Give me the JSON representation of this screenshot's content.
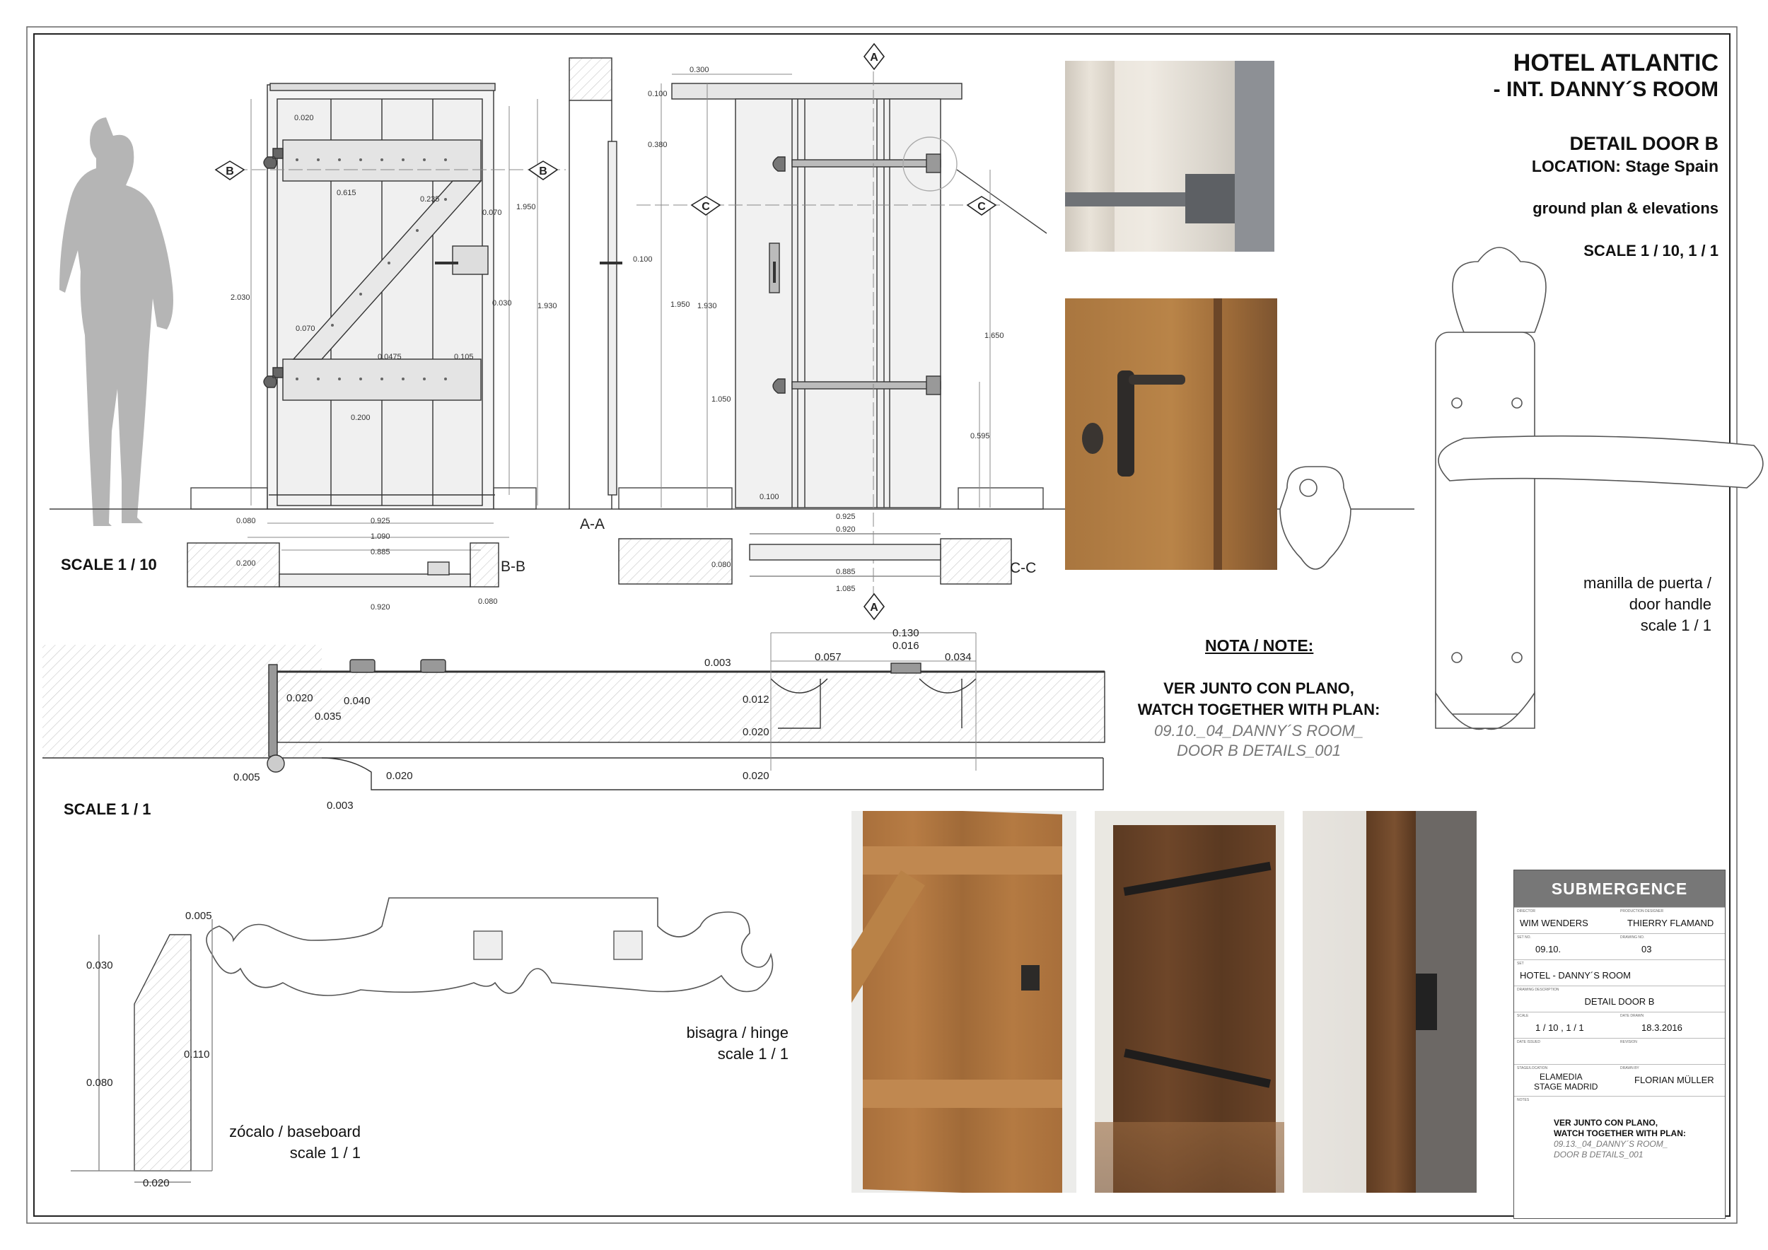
{
  "header": {
    "title": "HOTEL ATLANTIC",
    "subtitle": "- INT. DANNY´S ROOM",
    "detail": "DETAIL DOOR B",
    "location_label": "LOCATION:",
    "location_value": "Stage Spain",
    "views": "ground plan & elevations",
    "scale": "SCALE 1 / 10, 1 / 1"
  },
  "scales": {
    "elevation": "SCALE 1 / 10",
    "section": "SCALE 1 / 1"
  },
  "sections": {
    "a": "A",
    "b": "B",
    "c": "C",
    "aa": "A-A",
    "bb": "B-B",
    "cc": "C-C"
  },
  "dims": {
    "d0020": "0.020",
    "d0615": "0.615",
    "d0235": "0.235",
    "d0070": "0.070",
    "d1950": "1.950",
    "d2030": "2.030",
    "d0030": "0.030",
    "d1930": "1.930",
    "d0475": "0.0475",
    "d0105": "0.105",
    "d0200": "0.200",
    "d0080": "0.080",
    "d0925": "0.925",
    "d1090": "1.090",
    "d0885": "0.885",
    "d0920": "0.920",
    "d0300": "0.300",
    "d0100": "0.100",
    "d0380": "0.380",
    "d1650": "1.650",
    "d1050": "1.050",
    "d0595": "0.595",
    "d1085": "1.085",
    "d0130": "0.130",
    "d0016": "0.016",
    "d0057": "0.057",
    "d0034": "0.034",
    "d0003": "0.003",
    "d0012": "0.012",
    "d0040": "0.040",
    "d0035": "0.035",
    "d0005": "0.005",
    "d0110": "0.110"
  },
  "note": {
    "heading": "NOTA / NOTE:",
    "line1": "VER JUNTO CON PLANO,",
    "line2": "WATCH TOGETHER WITH PLAN:",
    "ref1": "09.10._04_DANNY´S ROOM_",
    "ref2": "DOOR B DETAILS_001"
  },
  "labels": {
    "handle1": "manilla de puerta /",
    "handle2": "door handle",
    "handle3": "scale 1 / 1",
    "hinge1": "bisagra / hinge",
    "hinge2": "scale 1 / 1",
    "base1": "zócalo / baseboard",
    "base2": "scale 1 / 1"
  },
  "titleblock": {
    "brand": "SUBMERGENCE",
    "director_caption": "DIRECTOR",
    "director": "WIM WENDERS",
    "designer_caption": "PRODUCTION DESIGNER",
    "designer": "THIERRY FLAMAND",
    "set_no_caption": "SET NO.",
    "set_no": "09.10.",
    "drawing_no_caption": "DRAWING NO.",
    "drawing_no": "03",
    "set_caption": "SET",
    "set": "HOTEL - DANNY´S ROOM",
    "desc_caption": "DRAWING DESCRIPTION",
    "desc": "DETAIL DOOR B",
    "scale_caption": "SCALE",
    "scale": "1 / 10 , 1 / 1",
    "date_drawn_caption": "DATE DRAWN",
    "date_drawn": "18.3.2016",
    "date_issued_caption": "DATE ISSUED",
    "revision_caption": "REVISION",
    "stage_caption": "STAGE/LOCATION",
    "stage1": "ELAMEDIA",
    "stage2": "STAGE MADRID",
    "drawn_caption": "DRAWN BY",
    "drawn": "FLORIAN MÜLLER",
    "notes_caption": "NOTES",
    "note1": "VER JUNTO CON PLANO,",
    "note2": "WATCH TOGETHER WITH PLAN:",
    "note3": "09.13._04_DANNY´S ROOM_",
    "note4": "DOOR B DETAILS_001"
  },
  "colors": {
    "line": "#333333",
    "wood": "#a8703c",
    "wood_dark": "#5b3a22",
    "silhouette": "#b5b5b5",
    "titlebar": "#777777"
  }
}
